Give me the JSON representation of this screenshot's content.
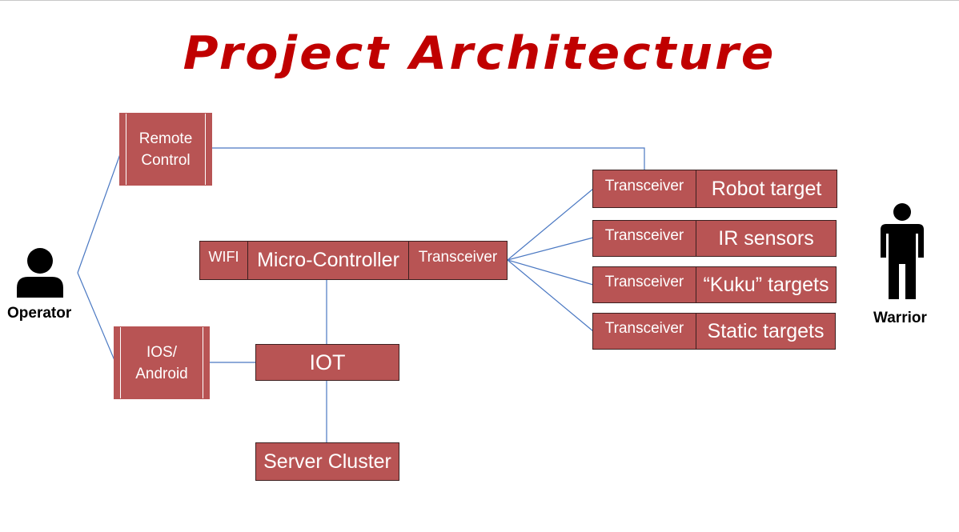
{
  "title": "Project  Architecture",
  "actors": {
    "operator": "Operator",
    "warrior": "Warrior"
  },
  "nodes": {
    "remote_control": "Remote\nControl",
    "ios_android": "IOS/\nAndroid",
    "wifi": "WIFI",
    "micro_controller": "Micro-Controller",
    "mc_transceiver": "Transceiver",
    "iot": "IOT",
    "server_cluster": "Server Cluster"
  },
  "targets": [
    {
      "transceiver": "Transceiver",
      "target": "Robot target"
    },
    {
      "transceiver": "Transceiver",
      "target": "IR sensors"
    },
    {
      "transceiver": "Transceiver",
      "target": "“Kuku” targets"
    },
    {
      "transceiver": "Transceiver",
      "target": "Static targets"
    }
  ],
  "colors": {
    "title": "#c00000",
    "box_fill": "#b85454",
    "connector": "#4a78c2"
  }
}
